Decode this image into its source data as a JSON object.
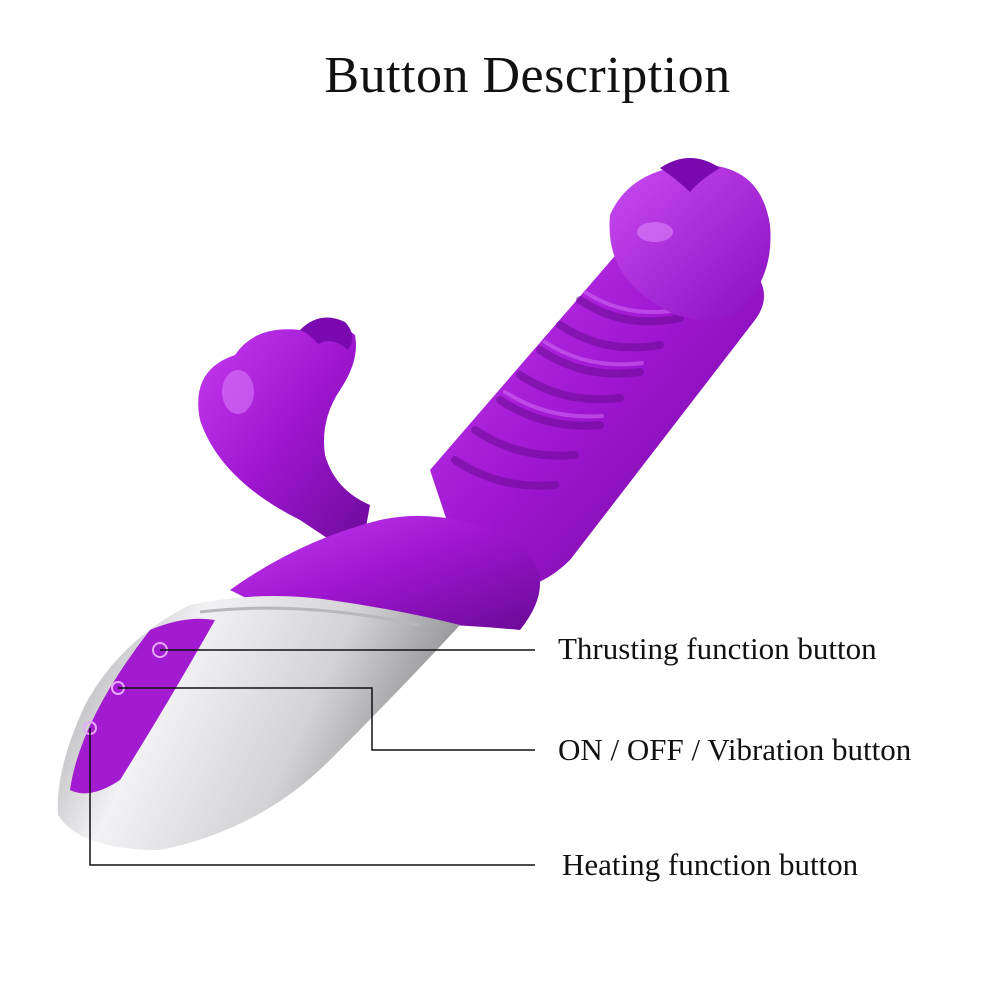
{
  "header": {
    "title": "Button Description"
  },
  "callouts": [
    {
      "id": "thrusting",
      "label": "Thrusting function button"
    },
    {
      "id": "onoff",
      "label": "ON / OFF / Vibration button"
    },
    {
      "id": "heating",
      "label": "Heating function button"
    }
  ],
  "colors": {
    "accent_purple": "#a21bd0",
    "handle_silver": "#d9d9dc",
    "leader_line": "#111111"
  }
}
